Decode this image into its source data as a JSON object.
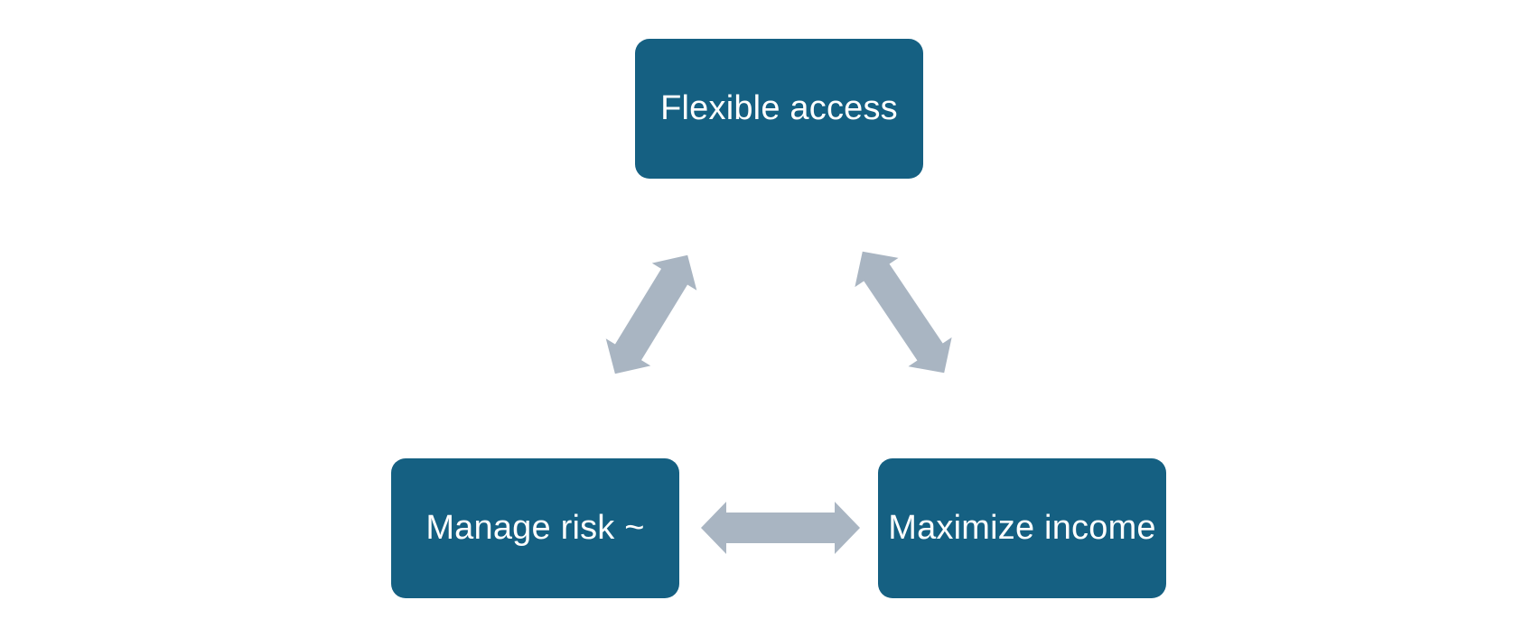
{
  "diagram": {
    "background_color": "#ffffff",
    "node_fill_color": "#156082",
    "node_text_color": "#ffffff",
    "arrow_color": "#a9b5c2",
    "nodes": [
      {
        "id": "flexible-access",
        "label": "Flexible access"
      },
      {
        "id": "manage-risk",
        "label": "Manage risk ~"
      },
      {
        "id": "maximize-income",
        "label": "Maximize income"
      }
    ],
    "connectors": [
      {
        "type": "double-arrow",
        "from": "flexible-access",
        "to": "manage-risk",
        "bidirectional": true
      },
      {
        "type": "double-arrow",
        "from": "flexible-access",
        "to": "maximize-income",
        "bidirectional": true
      },
      {
        "type": "double-arrow",
        "from": "manage-risk",
        "to": "maximize-income",
        "bidirectional": true
      }
    ]
  }
}
